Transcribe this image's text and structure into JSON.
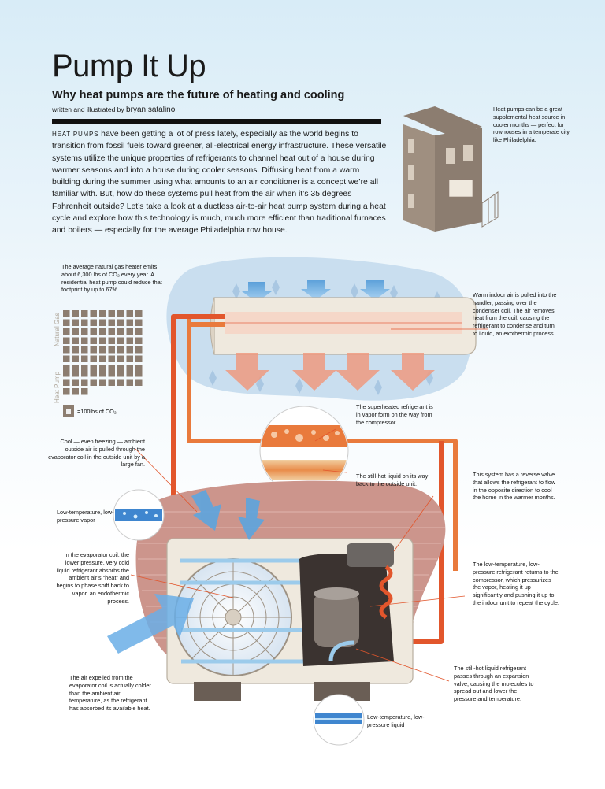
{
  "header": {
    "title": "Pump It Up",
    "subtitle": "Why heat pumps are the future of heating and cooling",
    "byline_prefix": "written and illustrated by",
    "byline_author": "bryan satalino"
  },
  "intro": {
    "lead": "Heat pumps",
    "body": " have been getting a lot of press lately, especially as the world begins to transition from fossil fuels toward greener, all-electrical energy infrastructure. These versatile systems utilize the unique properties of refrigerants to channel heat out of a house during warmer seasons and into a house during cooler seasons. Diffusing heat from a warm building during the summer using what amounts to an air conditioner is a concept we’re all familiar with. But, how do these systems pull heat from the air when it’s 35 degrees Fahrenheit outside? Let’s take a look at a ductless air-to-air heat pump system during a heat cycle and explore how this technology is much, much more efficient than traditional furnaces and boilers — especially for the average Philadelphia row house."
  },
  "callouts": {
    "rowhouse": "Heat pumps can be a great supplemental heat source in cooler months — perfect for rowhouses in a temperate city like Philadelphia.",
    "emissions": "The average natural gas heater emits about 6,300 lbs of CO₂ every year. A residential heat pump could reduce that footprint by up to 67%.",
    "indoor_air": "Warm indoor air is pulled into the handler, passing over the condenser coil. The air removes heat from the coil, causing the refrigerant to condense and turn to liquid, an exothermic process.",
    "superheated": "The superheated refrigerant is in vapor form on the way from the compressor.",
    "still_hot": "The still-hot liquid on its way back to the outside unit.",
    "cool_air": "Cool — even freezing — ambient outside air is pulled through the evaporator coil in the outside unit by a large fan.",
    "reverse_valve": "This system has a reverse valve that allows the refrigerant to flow in the opposite direction to cool the home in the warmer months.",
    "low_vapor": "Low-temperature, low-pressure vapor",
    "evaporator": "In the evaporator coil, the lower pressure, very cold liquid refrigerant absorbs the ambient air’s “heat” and begins to phase shift back to vapor, an endothermic process.",
    "compressor": "The low-temperature, low-pressure refrigerant returns to the compressor, which pressurizes the vapor, heating it up significantly and pushing it up to the indoor unit to repeat the cycle.",
    "expansion": "The still-hot liquid refrigerant passes through an expansion valve, causing the molecules to spread out and lower the pressure and temperature.",
    "expelled": "The air expelled from the evaporator coil is actually colder than the ambient air temperature, as the refrigerant has absorbed its available heat.",
    "low_liquid": "Low-temperature, low-pressure liquid"
  },
  "emissions_chart": {
    "label_gas": "Natural Gas",
    "label_pump": "Heat Pump",
    "legend": "=100lbs of CO₂",
    "gas_units": 63,
    "pump_units": 21
  },
  "colors": {
    "hot_pipe": "#e2562c",
    "cold_pipe": "#8cc8ec",
    "brick": "#c98f86",
    "wall": "#c8dcee",
    "house": "#8c7d70",
    "unit": "#efe9de"
  }
}
